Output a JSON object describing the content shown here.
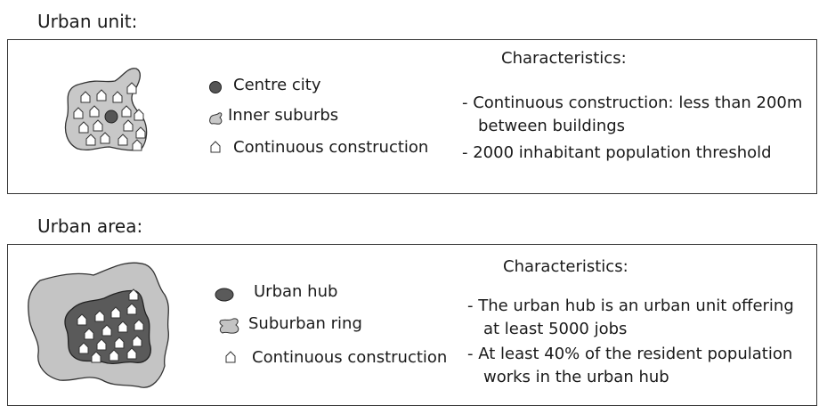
{
  "urban_unit": {
    "title": "Urban unit:",
    "legend": {
      "centre_city": "Centre city",
      "inner_suburbs": "Inner suburbs",
      "continuous_construction": "Continuous construction"
    },
    "characteristics_title": "Characteristics:",
    "characteristics": [
      "- Continuous construction: less than 200m",
      "between buildings",
      "- 2000 inhabitant population threshold"
    ]
  },
  "urban_area": {
    "title": "Urban area:",
    "legend": {
      "urban_hub": "Urban hub",
      "suburban_ring": "Suburban ring",
      "continuous_construction": "Continuous construction"
    },
    "characteristics_title": "Characteristics:",
    "characteristics": [
      "- The urban hub is an urban unit offering",
      "at least 5000 jobs",
      "- At least 40% of the resident population",
      "works in the urban hub"
    ]
  },
  "colors": {
    "centre_city": "#555555",
    "inner_suburbs": "#c8c8c8",
    "urban_hub": "#5a5a5a",
    "suburban_ring": "#c4c4c4",
    "border": "#333333"
  }
}
